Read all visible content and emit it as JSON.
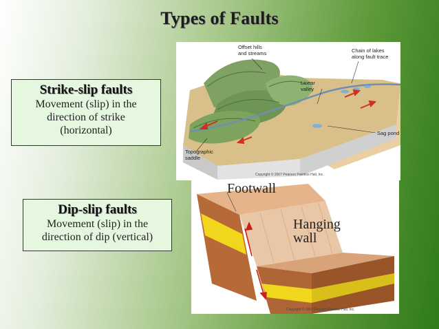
{
  "title": "Types of Faults",
  "strike_slip": {
    "heading": "Strike-slip faults",
    "line1": "Movement (slip) in the",
    "line2": "direction of strike",
    "line3": "(horizontal)"
  },
  "dip_slip": {
    "heading": "Dip-slip faults",
    "line1": "Movement (slip) in the",
    "line2": "direction of dip (vertical)"
  },
  "strike_image": {
    "label_offset": [
      "Offset hills",
      "and streams"
    ],
    "label_lakes": [
      "Chain of lakes",
      "along fault trace"
    ],
    "label_linear": [
      "Linear",
      "valley"
    ],
    "label_sag": "Sag pond",
    "label_saddle": [
      "Topographic",
      "saddle"
    ],
    "copyright": "Copyright © 2007 Pearson Prentice Hall, Inc."
  },
  "dip_image": {
    "footwall": "Footwall",
    "hanging": [
      "Hanging",
      "wall"
    ],
    "copyright": "Copyright © 2007 Pearson Prentice Hall, Inc."
  }
}
